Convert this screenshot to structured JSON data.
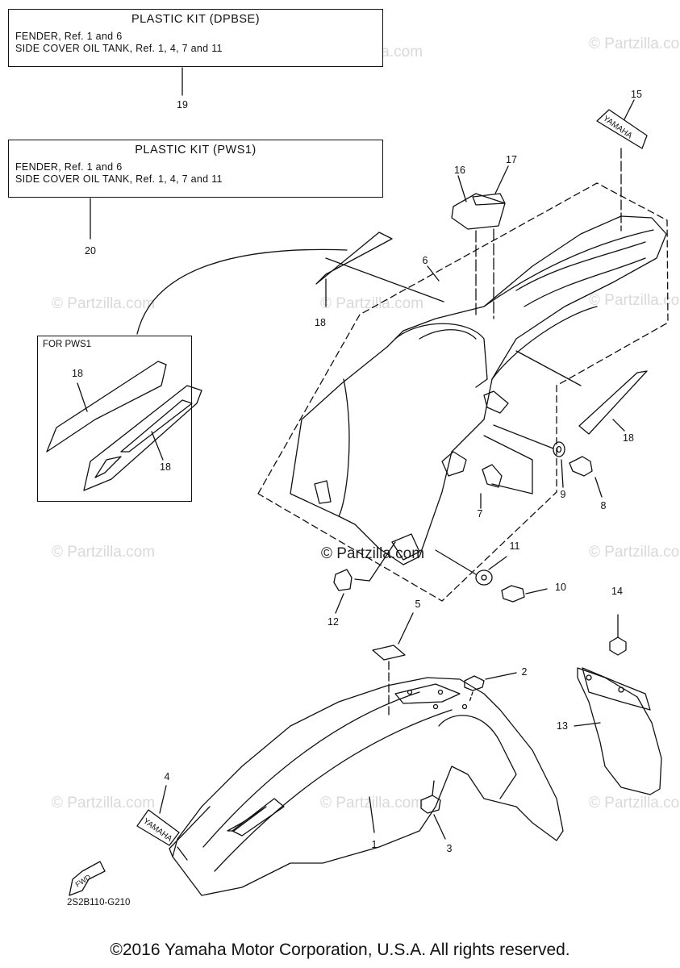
{
  "kits": [
    {
      "title": "PLASTIC KIT (DPBSE)",
      "lines": [
        "FENDER, Ref. 1 and 6",
        "SIDE COVER OIL TANK, Ref. 1, 4, 7 and 11"
      ],
      "ref": "19"
    },
    {
      "title": "PLASTIC KIT (PWS1)",
      "lines": [
        "FENDER, Ref. 1 and 6",
        "SIDE COVER OIL TANK, Ref. 1, 4, 7 and 11"
      ],
      "ref": "20"
    }
  ],
  "inset_label": "FOR PWS1",
  "callouts": {
    "c1": "1",
    "c2": "2",
    "c3": "3",
    "c4": "4",
    "c5": "5",
    "c6": "6",
    "c7": "7",
    "c8": "8",
    "c9": "9",
    "c10": "10",
    "c11": "11",
    "c12": "12",
    "c13": "13",
    "c14": "14",
    "c15": "15",
    "c16": "16",
    "c17": "17",
    "c18a": "18",
    "c18b": "18",
    "c18c": "18",
    "c18d": "18"
  },
  "brand_decal": "YAMAHA",
  "fwd_label": "FWD",
  "diagram_code": "2S2B110-G210",
  "watermark": "© Partzilla.com",
  "copyright": "©2016 Yamaha Motor Corporation, U.S.A. All rights reserved."
}
